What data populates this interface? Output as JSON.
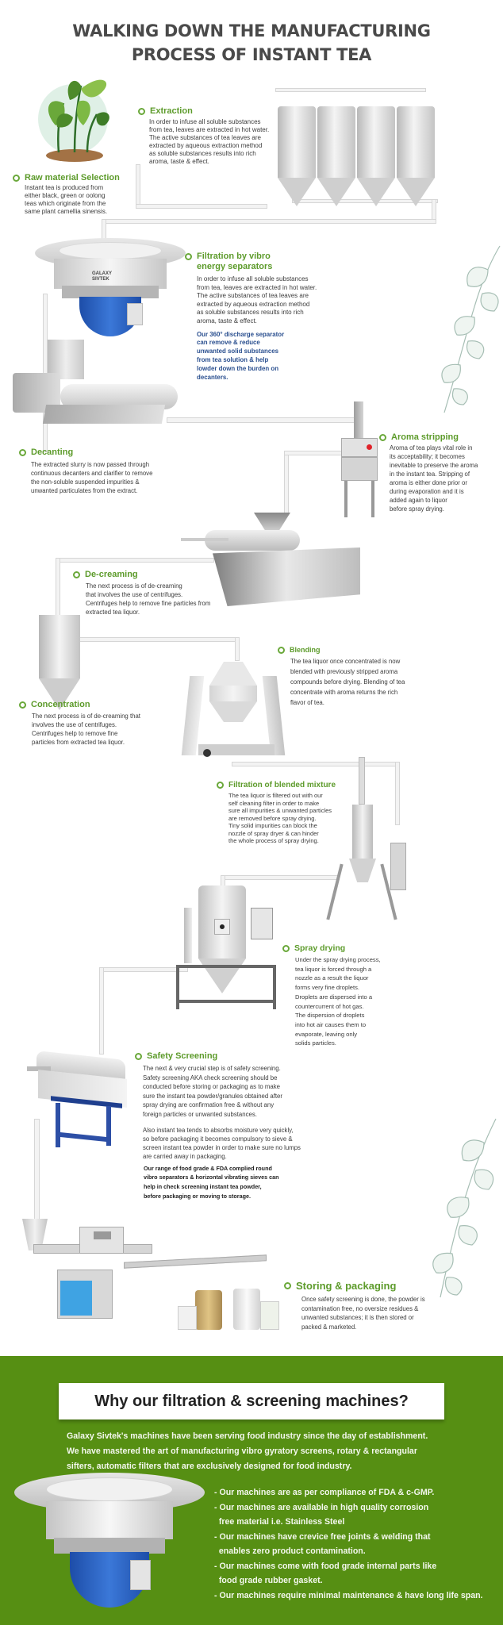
{
  "header": {
    "title_line1": "WALKING DOWN THE MANUFACTURING",
    "title_line2": "PROCESS OF INSTANT TEA"
  },
  "steps": [
    {
      "id": "raw-material",
      "title": "Raw material Selection",
      "body": [
        "Instant tea is produced from",
        "either black, green or oolong",
        "teas which originate from the",
        "same plant camellia sinensis."
      ]
    },
    {
      "id": "extraction",
      "title": "Extraction",
      "body": [
        "In order to infuse all soluble substances",
        "from tea, leaves are extracted in hot water.",
        "The active substances of tea leaves are",
        "extracted by aqueous extraction method",
        "as soluble substances results into rich",
        "aroma, taste & effect."
      ]
    },
    {
      "id": "filtration-vibro",
      "title_line1": "Filtration by vibro",
      "title_line2": "energy separators",
      "body": [
        "In order to infuse all soluble substances",
        "from tea, leaves are extracted in hot water.",
        "The active substances of tea leaves are",
        "extracted by aqueous extraction method",
        "as soluble substances results into rich",
        "aroma, taste & effect."
      ],
      "note": [
        "Our 360° discharge separator",
        "can remove & reduce",
        "unwanted solid substances",
        "from tea solution & help",
        "lowder down the burden on",
        "decanters."
      ],
      "machine_label": [
        "GALAXY",
        "SIVTEK"
      ]
    },
    {
      "id": "decanting",
      "title": "Decanting",
      "body": [
        "The extracted slurry is now passed through",
        "continuous decanters and clarifier to remove",
        "the non-soluble suspended impurities &",
        "unwanted particulates from the extract."
      ]
    },
    {
      "id": "aroma-stripping",
      "title": "Aroma stripping",
      "body": [
        "Aroma of tea plays vital role in",
        "its acceptability; it becomes",
        "inevitable to preserve the aroma",
        "in the instant tea. Stripping of",
        "aroma is either done prior or",
        "during evaporation and it is",
        "added again to liquor",
        "before spray drying."
      ]
    },
    {
      "id": "de-creaming",
      "title": "De-creaming",
      "body": [
        "The next process is of de-creaming",
        "that involves the use of centrifuges.",
        "Centrifuges help to remove fine particles from",
        "extracted tea liquor."
      ]
    },
    {
      "id": "blending",
      "title": "Blending",
      "body": [
        "The tea liquor once concentrated is now",
        "blended with previously stripped aroma",
        "compounds before drying. Blending of tea",
        "concentrate with aroma returns the rich",
        "flavor of tea."
      ]
    },
    {
      "id": "concentration",
      "title": "Concentration",
      "body": [
        "The next process is of de-creaming that",
        "involves the use of centrifuges.",
        "Centrifuges help to remove fine",
        "particles from extracted tea liquor."
      ]
    },
    {
      "id": "filtration-blended",
      "title": "Filtration of blended mixture",
      "body": [
        "The tea liquor is filtered out with our",
        "self cleaning filter in order to make",
        "sure all impurities & unwanted particles",
        "are removed before spray drying.",
        "Tiny solid impurities can block the",
        "nozzle of spray dryer & can hinder",
        "the whole process of spray drying."
      ]
    },
    {
      "id": "spray-drying",
      "title": "Spray drying",
      "body": [
        "Under the spray drying process,",
        "tea liquor is forced through a",
        "nozzle as a result the liquor",
        "forms very fine droplets.",
        "Droplets are dispersed into a",
        "countercurrent of hot gas.",
        "The dispersion of droplets",
        "into hot air causes them to",
        "evaporate, leaving only",
        "solids particles."
      ]
    },
    {
      "id": "safety-screening",
      "title": "Safety Screening",
      "body": [
        "The next & very crucial step is of safety screening.",
        "Safety screening AKA check screening should be",
        "conducted before storing or packaging as to make",
        "sure the instant tea powder/granules obtained after",
        "spray drying are confirmation free & without any",
        "foreign particles or unwanted substances."
      ],
      "body2": [
        "Also instant tea tends to absorbs moisture very quickly,",
        "so before packaging it becomes compulsory to sieve &",
        "screen instant tea powder in order to make sure no lumps",
        "are carried away in packaging."
      ],
      "note": [
        "Our range of food grade & FDA complied round",
        "vibro separators & horizontal vibrating sieves can",
        "help in check screening instant tea powder,",
        "before packaging or moving to storage."
      ]
    },
    {
      "id": "storing-packaging",
      "title": "Storing & packaging",
      "body": [
        "Once safety screening is done, the powder is",
        "contamination free, no oversize residues &",
        "unwanted substances; it is then stored or",
        "packed & marketed."
      ]
    }
  ],
  "why": {
    "title": "Why our filtration & screening machines?",
    "intro": [
      "Galaxy Sivtek's machines have been serving food industry since the day of establishment.",
      "We have mastered the art of manufacturing vibro gyratory screens, rotary & rectangular",
      "sifters, automatic filters that are exclusively designed for food industry."
    ],
    "points": [
      "- Our machines are as per compliance of FDA & c-GMP.",
      "- Our machines are available in high quality corrosion",
      "  free material i.e. Stainless Steel",
      "- Our machines have crevice free joints & welding that",
      "  enables zero product contamination.",
      "- Our machines come with food grade internal parts like",
      "  food grade rubber gasket.",
      "- Our machines require minimal maintenance & have long life span."
    ]
  },
  "colors": {
    "step_title_green": "#5d9b2b",
    "note_blue": "#2a4f8f",
    "band_green": "#568f13",
    "title_gray": "#4a4a4a",
    "machine_blue": "#2459b8"
  }
}
